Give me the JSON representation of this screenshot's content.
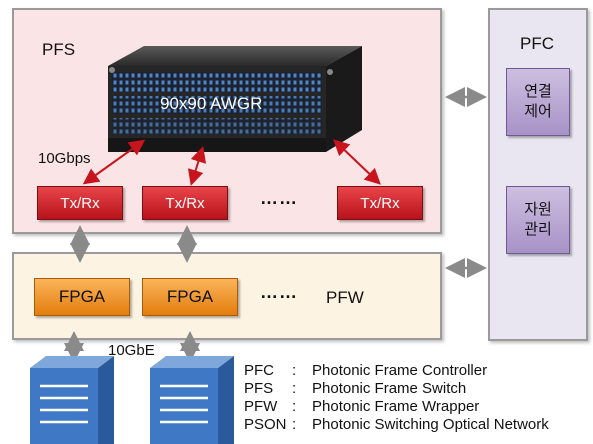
{
  "pfs": {
    "title": "PFS",
    "link_label": "10Gbps",
    "awgr_label": "90x90 AWGR",
    "transceivers": [
      "Tx/Rx",
      "Tx/Rx",
      "Tx/Rx"
    ],
    "ellipsis": "……"
  },
  "pfw": {
    "title": "PFW",
    "fpgas": [
      "FPGA",
      "FPGA"
    ],
    "ellipsis": "……",
    "link_label": "10GbE"
  },
  "pfc": {
    "title": "PFC",
    "blocks": [
      "연결\n제어",
      "자원\n관리"
    ]
  },
  "legend": [
    {
      "abbr": "PFC",
      "sep": ":",
      "full": "Photonic Frame Controller"
    },
    {
      "abbr": "PFS",
      "sep": ":",
      "full": "Photonic Frame Switch"
    },
    {
      "abbr": "PFW",
      "sep": ":",
      "full": "Photonic Frame Wrapper"
    },
    {
      "abbr": "PSON",
      "sep": ":",
      "full": "Photonic Switching Optical Network"
    }
  ],
  "colors": {
    "txrx": "#d12a30",
    "fpga": "#f59a2c",
    "controller": "#b9a7d6",
    "server": "#3f78c4",
    "red_arrow": "#c8141c",
    "gray_arrow": "#8a8a8a"
  },
  "icons": {
    "device": "awgr-chassis",
    "servers": "server-rack"
  }
}
